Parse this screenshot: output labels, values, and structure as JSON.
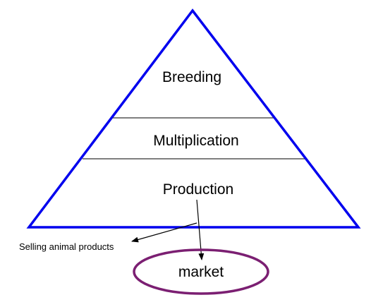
{
  "pyramid": {
    "tiers": [
      {
        "label": "Breeding"
      },
      {
        "label": "Multiplication"
      },
      {
        "label": "Production"
      }
    ],
    "outline_color": "#0000ee",
    "divider_color": "#333333"
  },
  "side_note": {
    "label": "Selling animal products"
  },
  "market": {
    "label": "market",
    "outline_color": "#7b1f72"
  }
}
